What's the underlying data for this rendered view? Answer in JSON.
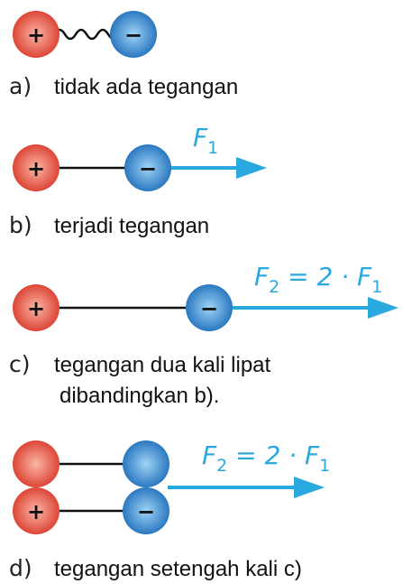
{
  "colors": {
    "positive_center": "#fbb6a6",
    "positive_edge": "#d93a2b",
    "negative_center": "#9fd3f7",
    "negative_edge": "#1f6fba",
    "force_arrow": "#29a9e0",
    "rod": "#111111"
  },
  "signs": {
    "positive": "+",
    "negative": "−"
  },
  "panels": {
    "a": {
      "letter": "a)",
      "text": "tidak ada tegangan"
    },
    "b": {
      "letter": "b)",
      "text": "terjadi tegangan",
      "force": {
        "symbol": "F",
        "sub": "1",
        "rhs": ""
      }
    },
    "c": {
      "letter": "c)",
      "text_line1": "tegangan dua kali lipat",
      "text_line2": "dibandingkan  b).",
      "force": {
        "symbol": "F",
        "sub": "2",
        "rhs": " = 2 · F",
        "rhs_sub": "1"
      }
    },
    "d": {
      "letter": "d)",
      "text": "tegangan setengah kali  c)",
      "force": {
        "symbol": "F",
        "sub": "2",
        "rhs": " = 2 · F",
        "rhs_sub": "1"
      }
    }
  }
}
